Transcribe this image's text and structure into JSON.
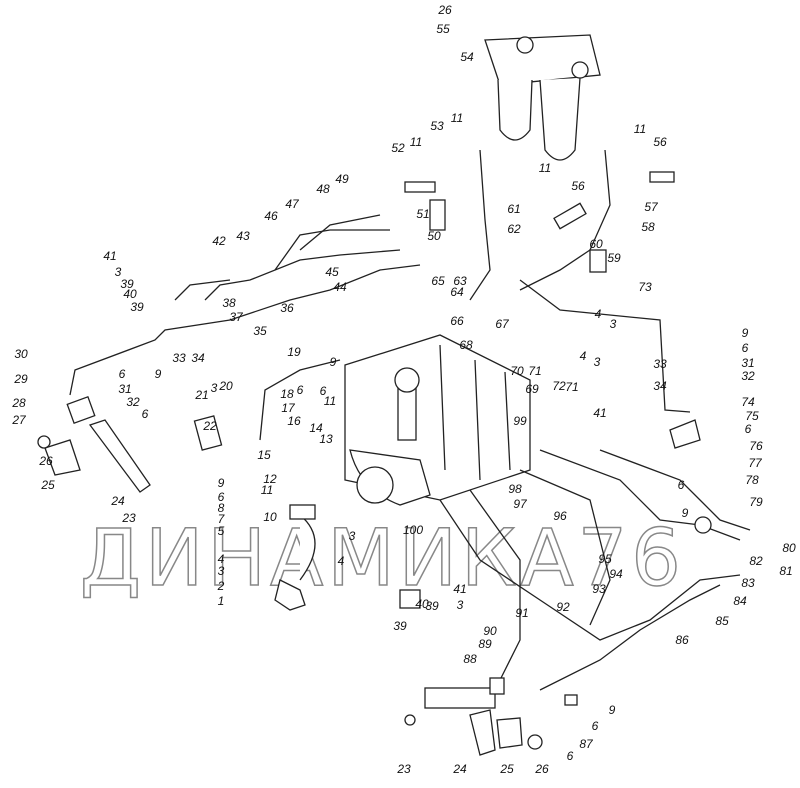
{
  "diagram": {
    "title": "Fuel system parts exploded view",
    "watermark": "ДИНАМИКА76",
    "labels": [
      "26",
      "55",
      "54",
      "11",
      "53",
      "52",
      "11",
      "11",
      "11",
      "56",
      "56",
      "57",
      "58",
      "49",
      "48",
      "47",
      "46",
      "51",
      "50",
      "61",
      "62",
      "41",
      "3",
      "39",
      "40",
      "39",
      "42",
      "43",
      "60",
      "59",
      "73",
      "45",
      "44",
      "63",
      "64",
      "65",
      "38",
      "37",
      "36",
      "35",
      "66",
      "67",
      "68",
      "70",
      "71",
      "69",
      "99",
      "72",
      "71",
      "4",
      "3",
      "4",
      "3",
      "41",
      "30",
      "29",
      "28",
      "27",
      "33",
      "34",
      "6",
      "9",
      "31",
      "32",
      "6",
      "20",
      "21",
      "3",
      "19",
      "18",
      "17",
      "16",
      "22",
      "9",
      "6",
      "6",
      "14",
      "13",
      "11",
      "9",
      "6",
      "31",
      "32",
      "33",
      "34",
      "74",
      "75",
      "6",
      "76",
      "77",
      "78",
      "79",
      "80",
      "81",
      "82",
      "83",
      "84",
      "85",
      "86",
      "26",
      "25",
      "24",
      "23",
      "15",
      "12",
      "11",
      "9",
      "6",
      "8",
      "7",
      "5",
      "10",
      "4",
      "3",
      "2",
      "1",
      "4",
      "3",
      "100",
      "98",
      "97",
      "96",
      "95",
      "94",
      "93",
      "92",
      "91",
      "90",
      "89",
      "88",
      "40",
      "39",
      "41",
      "3",
      "39",
      "6",
      "9",
      "23",
      "24",
      "25",
      "26",
      "6",
      "87",
      "9",
      "6"
    ]
  }
}
